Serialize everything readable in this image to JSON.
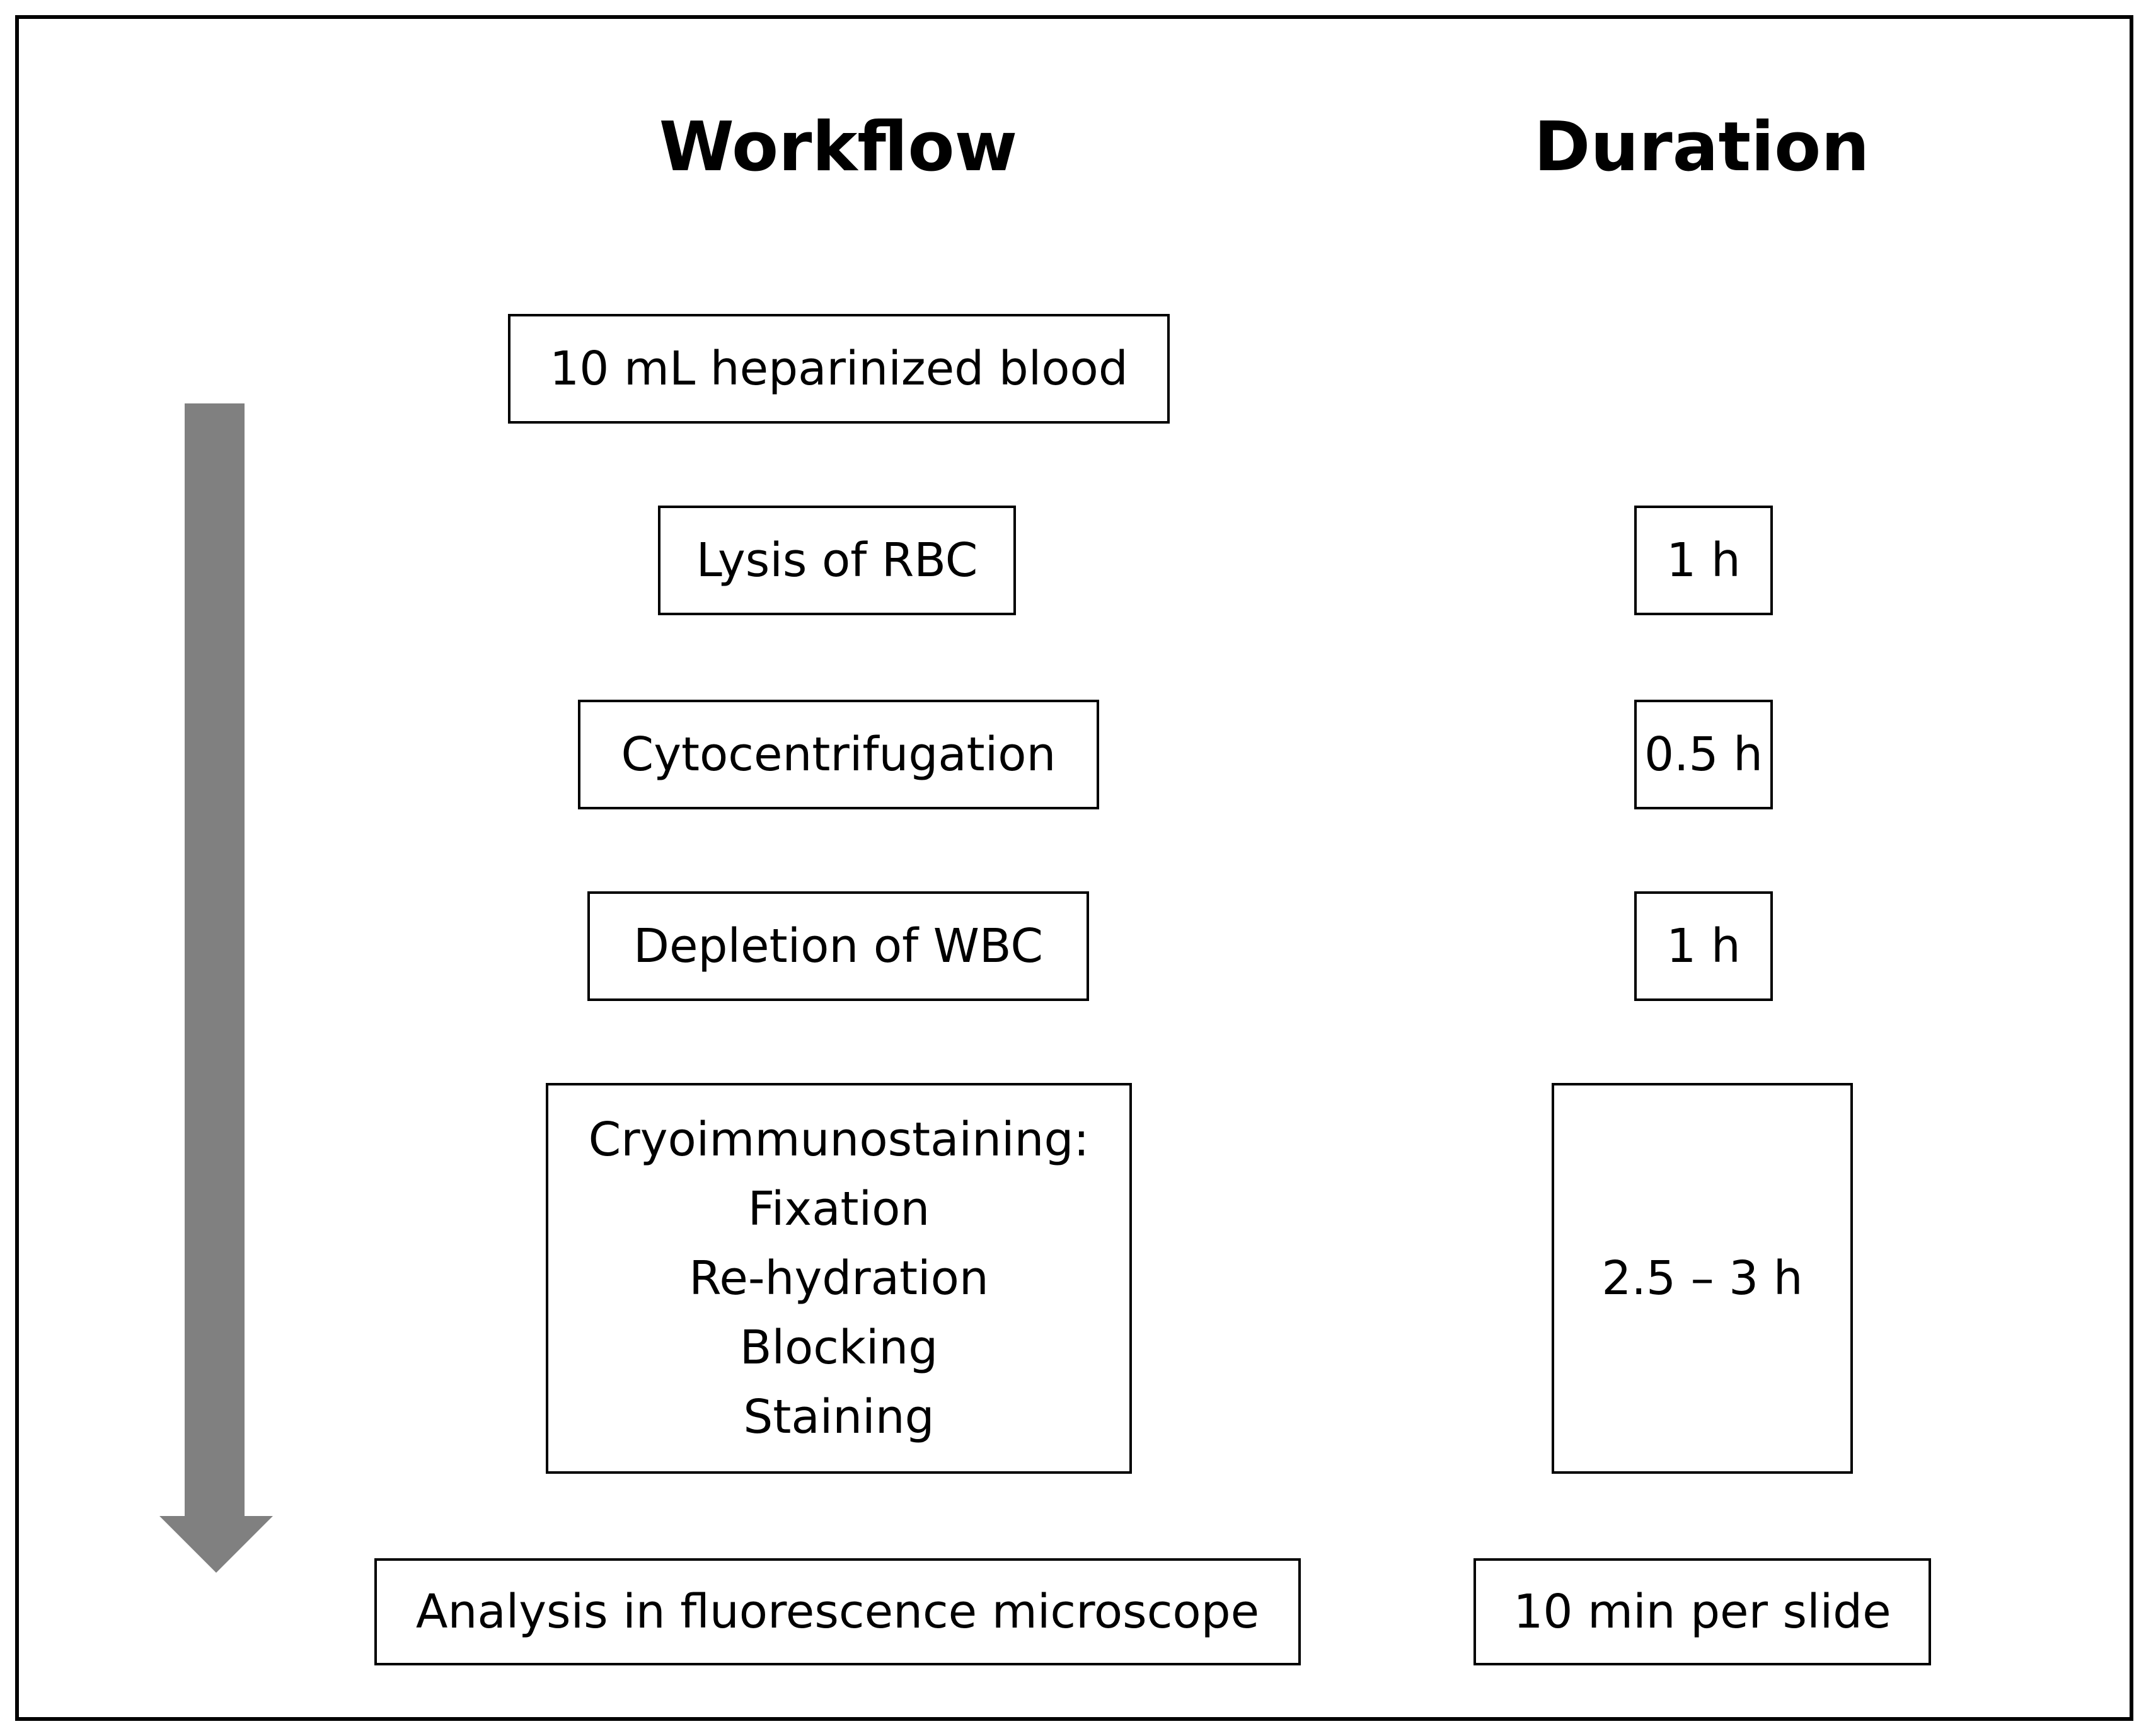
{
  "headings": {
    "workflow": "Workflow",
    "duration": "Duration"
  },
  "steps": [
    {
      "label": "10 mL heparinized blood",
      "duration": ""
    },
    {
      "label": "Lysis of RBC",
      "duration": "1 h"
    },
    {
      "label": "Cytocentrifugation",
      "duration": "0.5 h"
    },
    {
      "label": "Depletion of WBC",
      "duration": "1 h"
    },
    {
      "label_lines": [
        "Cryoimmunostaining:",
        "Fixation",
        "Re-hydration",
        "Blocking",
        "Staining"
      ],
      "duration": "2.5 – 3 h"
    },
    {
      "label": "Analysis in fluorescence microscope",
      "duration": "10 min per slide"
    }
  ],
  "colors": {
    "arrow": "#808080",
    "border": "#000000"
  }
}
